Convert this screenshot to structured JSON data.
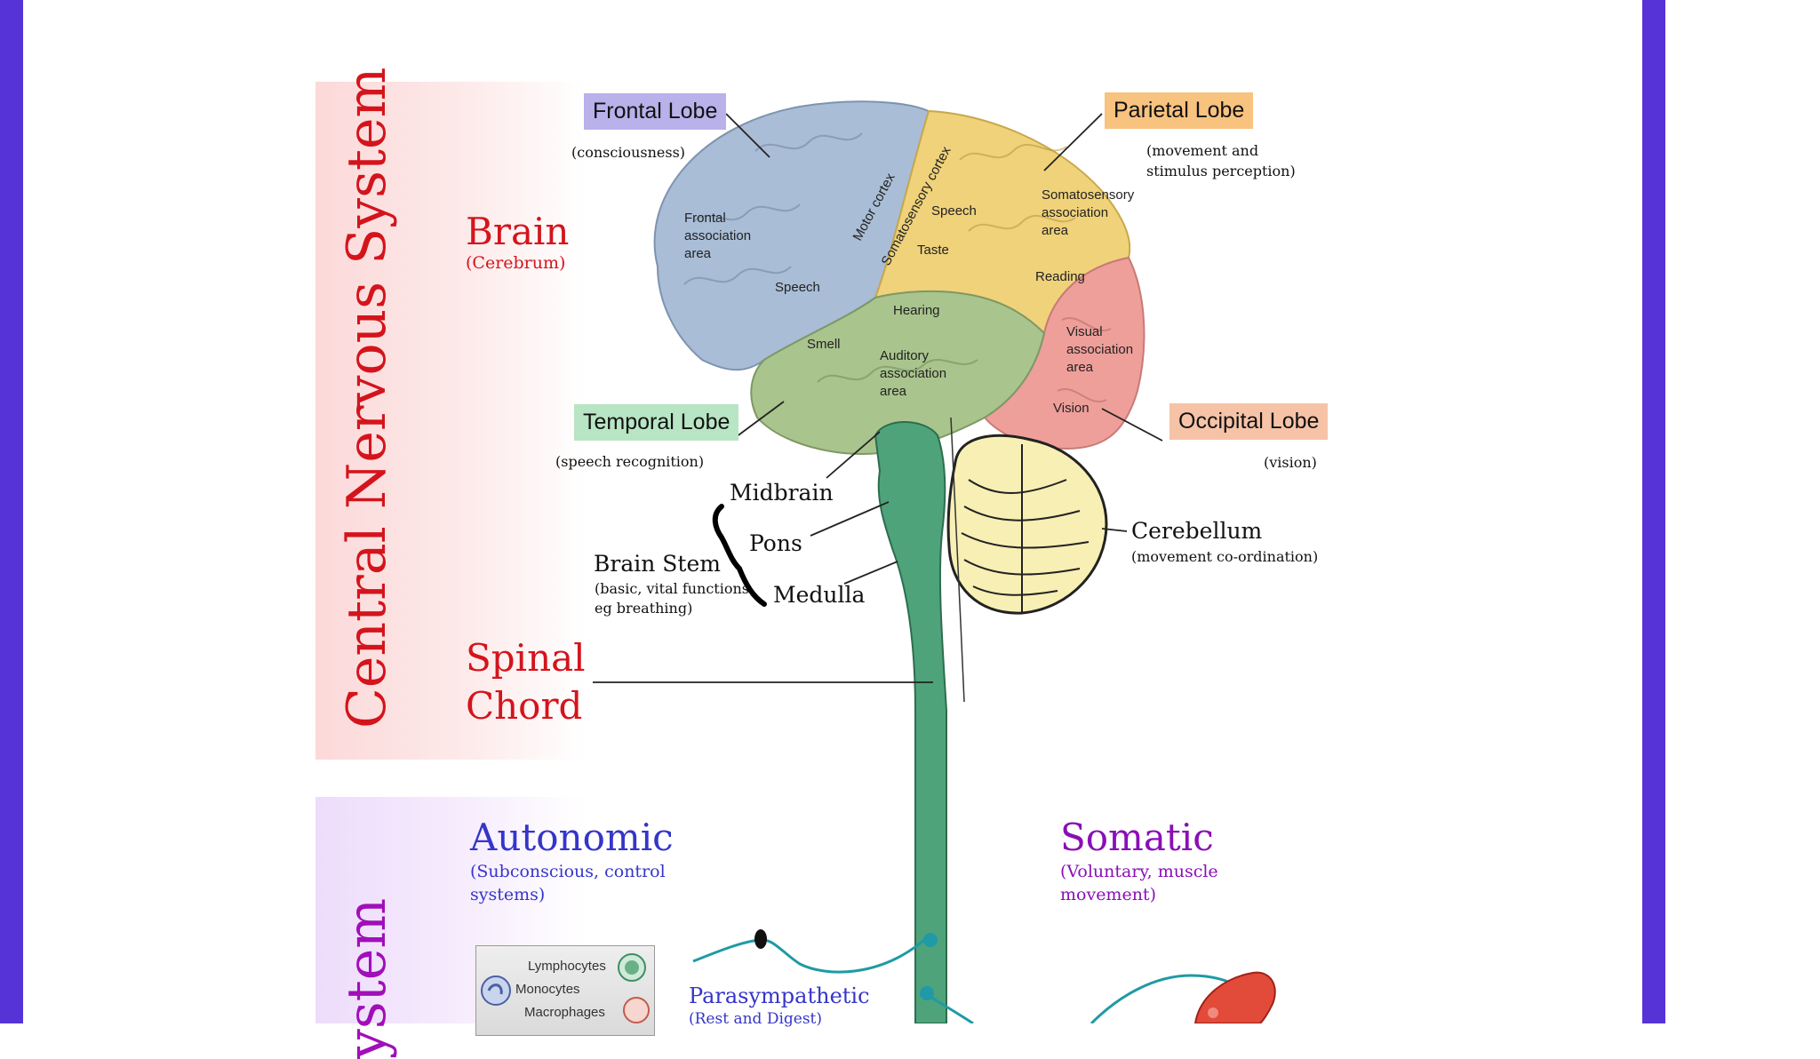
{
  "cns": {
    "title": "Central Nervous System",
    "brain": {
      "label": "Brain",
      "sub": "(Cerebrum)"
    },
    "spinal": {
      "line1": "Spinal",
      "line2": "Chord"
    }
  },
  "pns": {
    "title_fragment": "ystem"
  },
  "lobes": {
    "frontal": {
      "name": "Frontal Lobe",
      "note": "(consciousness)",
      "color": "#b9b1ea"
    },
    "parietal": {
      "name": "Parietal Lobe",
      "note1": "(movement and",
      "note2": "stimulus perception)",
      "color": "#f8c27f"
    },
    "temporal": {
      "name": "Temporal Lobe",
      "note": "(speech recognition)",
      "color": "#b8e5c4"
    },
    "occipital": {
      "name": "Occipital Lobe",
      "note": "(vision)",
      "color": "#f6c3a7"
    }
  },
  "areas": {
    "frontal_assoc": [
      "Frontal",
      "association",
      "area"
    ],
    "motor": "Motor cortex",
    "somato_cortex": "Somatosensory cortex",
    "speech_top": "Speech",
    "taste": "Taste",
    "somato_assoc": [
      "Somatosensory",
      "association",
      "area"
    ],
    "reading": "Reading",
    "speech_left": "Speech",
    "hearing": "Hearing",
    "smell": "Smell",
    "auditory": [
      "Auditory",
      "association",
      "area"
    ],
    "visual": [
      "Visual",
      "association",
      "area"
    ],
    "vision": "Vision"
  },
  "stem": {
    "midbrain": "Midbrain",
    "pons": "Pons",
    "medulla": "Medulla",
    "title": "Brain Stem",
    "note1": "(basic, vital functions",
    "note2": "eg breathing)"
  },
  "cerebellum": {
    "name": "Cerebellum",
    "note": "(movement co-ordination)"
  },
  "autonomic": {
    "title": "Autonomic",
    "sub1": "(Subconscious, control",
    "sub2": "systems)"
  },
  "somatic": {
    "title": "Somatic",
    "sub1": "(Voluntary, muscle",
    "sub2": "movement)"
  },
  "parasympathetic": {
    "title": "Parasympathetic",
    "sub": "(Rest and Digest)"
  },
  "cells": [
    "Lymphocytes",
    "Monocytes",
    "Macrophages"
  ],
  "colors": {
    "frame": "#5533d6",
    "cns_red": "#d4141c",
    "autonomic_blue": "#3535c9",
    "somatic_purple": "#8a0fb5",
    "frontal_lobe": "#a9bdd6",
    "parietal_lobe": "#efd27a",
    "temporal_lobe": "#a9c48d",
    "occipital_lobe": "#ee9f9a",
    "spinal_cord": "#4fa37a",
    "cerebellum": "#f7efb4",
    "nerve": "#1f9aa6",
    "muscle": "#e24a3a"
  }
}
